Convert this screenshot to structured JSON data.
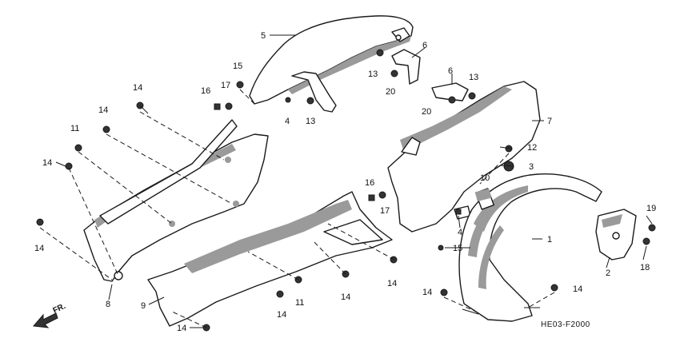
{
  "diagram_code": "HE03-F2000",
  "direction_label": "FR.",
  "callouts": {
    "c1": "1",
    "c2": "2",
    "c3": "3",
    "c4a": "4",
    "c4b": "4",
    "c5": "5",
    "c6a": "6",
    "c6b": "6",
    "c7": "7",
    "c8": "8",
    "c9": "9",
    "c10": "10",
    "c11a": "11",
    "c11b": "11",
    "c12": "12",
    "c13a": "13",
    "c13b": "13",
    "c13c": "13",
    "c14a": "14",
    "c14b": "14",
    "c14c": "14",
    "c14d": "14",
    "c14e": "14",
    "c14f": "14",
    "c14g": "14",
    "c14h": "14",
    "c14i": "14",
    "c14j": "14",
    "c15a": "15",
    "c15b": "15",
    "c16a": "16",
    "c16b": "16",
    "c17a": "17",
    "c17b": "17",
    "c18": "18",
    "c19": "19",
    "c20a": "20",
    "c20b": "20"
  }
}
